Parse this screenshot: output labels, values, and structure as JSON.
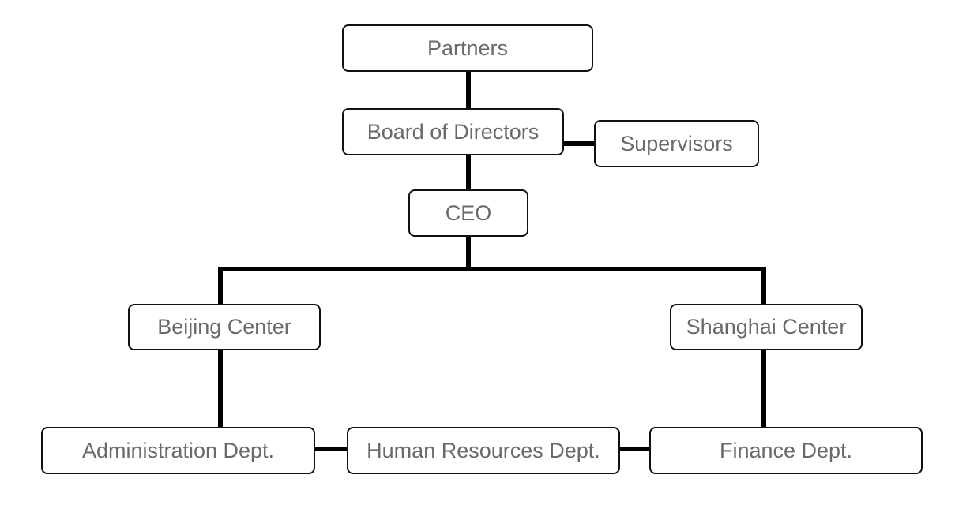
{
  "nodes": {
    "partners": "Partners",
    "board": "Board of Directors",
    "supervisors": "Supervisors",
    "ceo": "CEO",
    "beijing": "Beijing Center",
    "shanghai": "Shanghai Center",
    "admin": "Administration Dept.",
    "hr": "Human Resources Dept.",
    "finance": "Finance Dept."
  },
  "colors": {
    "line": "#000000",
    "border": "#111111",
    "text": "#6a6a6a"
  }
}
